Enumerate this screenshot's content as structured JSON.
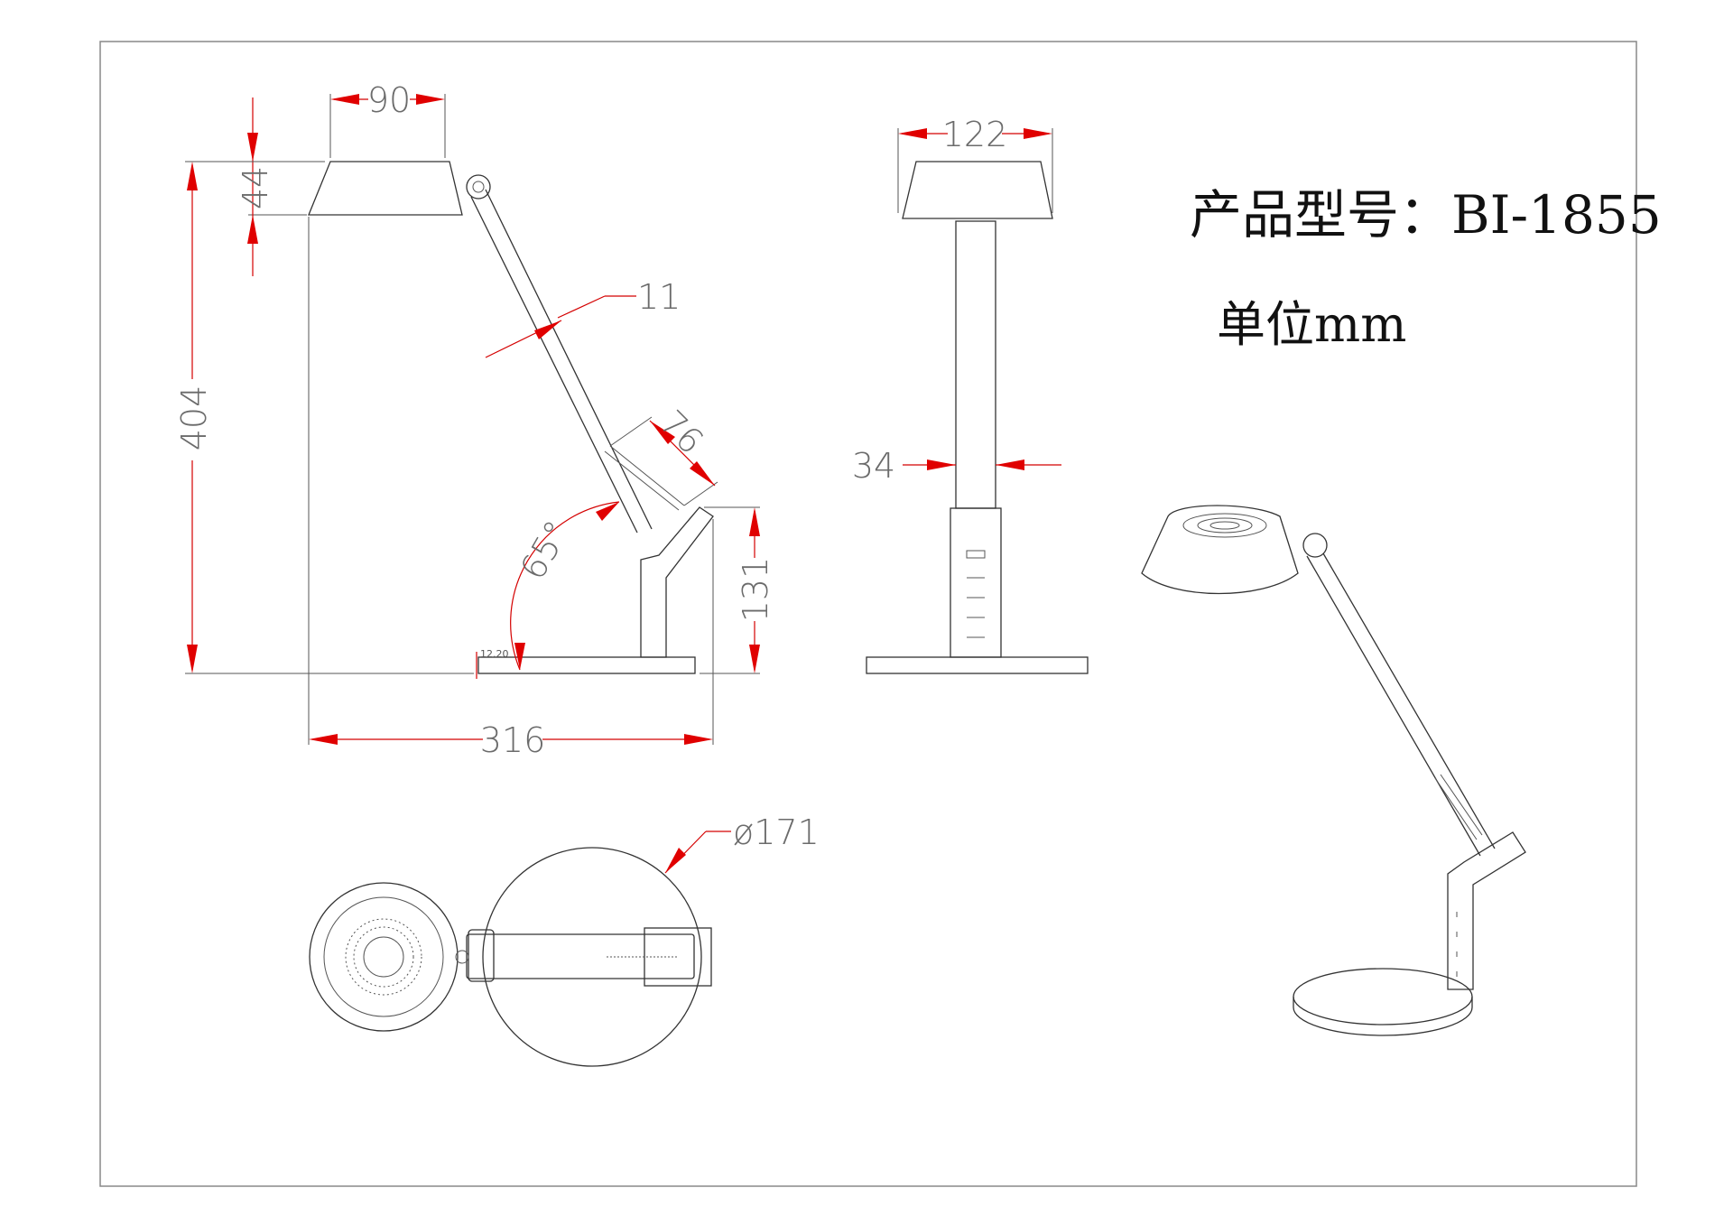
{
  "drawing": {
    "model_label": "产品型号：BI-1855",
    "unit_label": "单位mm",
    "side_view": {
      "shade_width": "90",
      "shade_height": "44",
      "total_height": "404",
      "arm_width": "11",
      "arm_angle": "65°",
      "slot_length": "76",
      "base_stem_height": "131",
      "base_thickness": "12.20",
      "total_depth": "316"
    },
    "front_view": {
      "shade_width": "122",
      "column_width": "34"
    },
    "top_view": {
      "sweep_diameter": "ø171"
    }
  }
}
